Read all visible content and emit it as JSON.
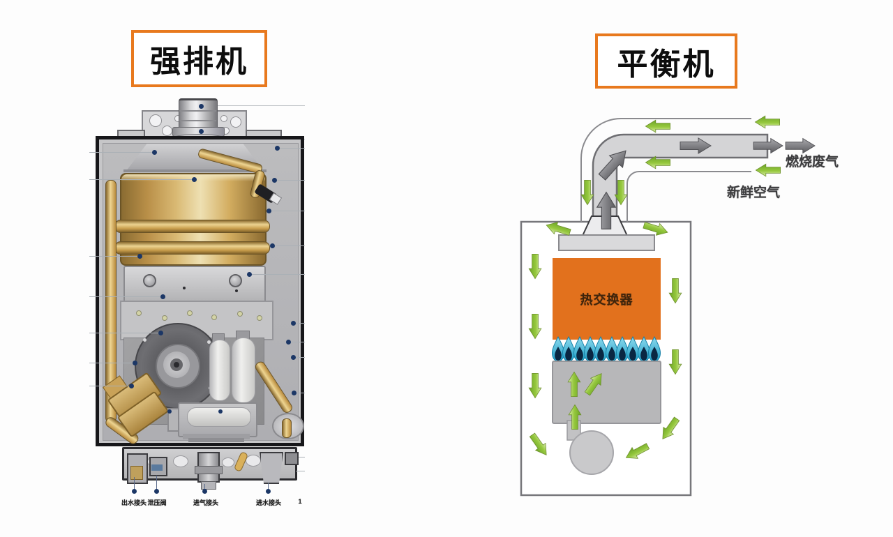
{
  "left_panel": {
    "title": "强排机",
    "bottom_labels": [
      "出水接头",
      "泄压阀",
      "进气接头",
      "进水接头"
    ],
    "crop_fragment": "1"
  },
  "right_panel": {
    "title": "平衡机",
    "heat_exchanger_label": "热交换器",
    "exhaust_label": "燃烧废气",
    "fresh_air_label": "新鲜空气"
  },
  "colors": {
    "title_border_orange": "#e8791e",
    "heat_exchanger_orange": "#e2711d",
    "airflow_green": "#8dc63f",
    "exhaust_arrow_gray": "#707074",
    "flame_blue": "#2aa6c9",
    "copper_brass": "#c9a258",
    "callout_dot_navy": "#1c3766"
  }
}
